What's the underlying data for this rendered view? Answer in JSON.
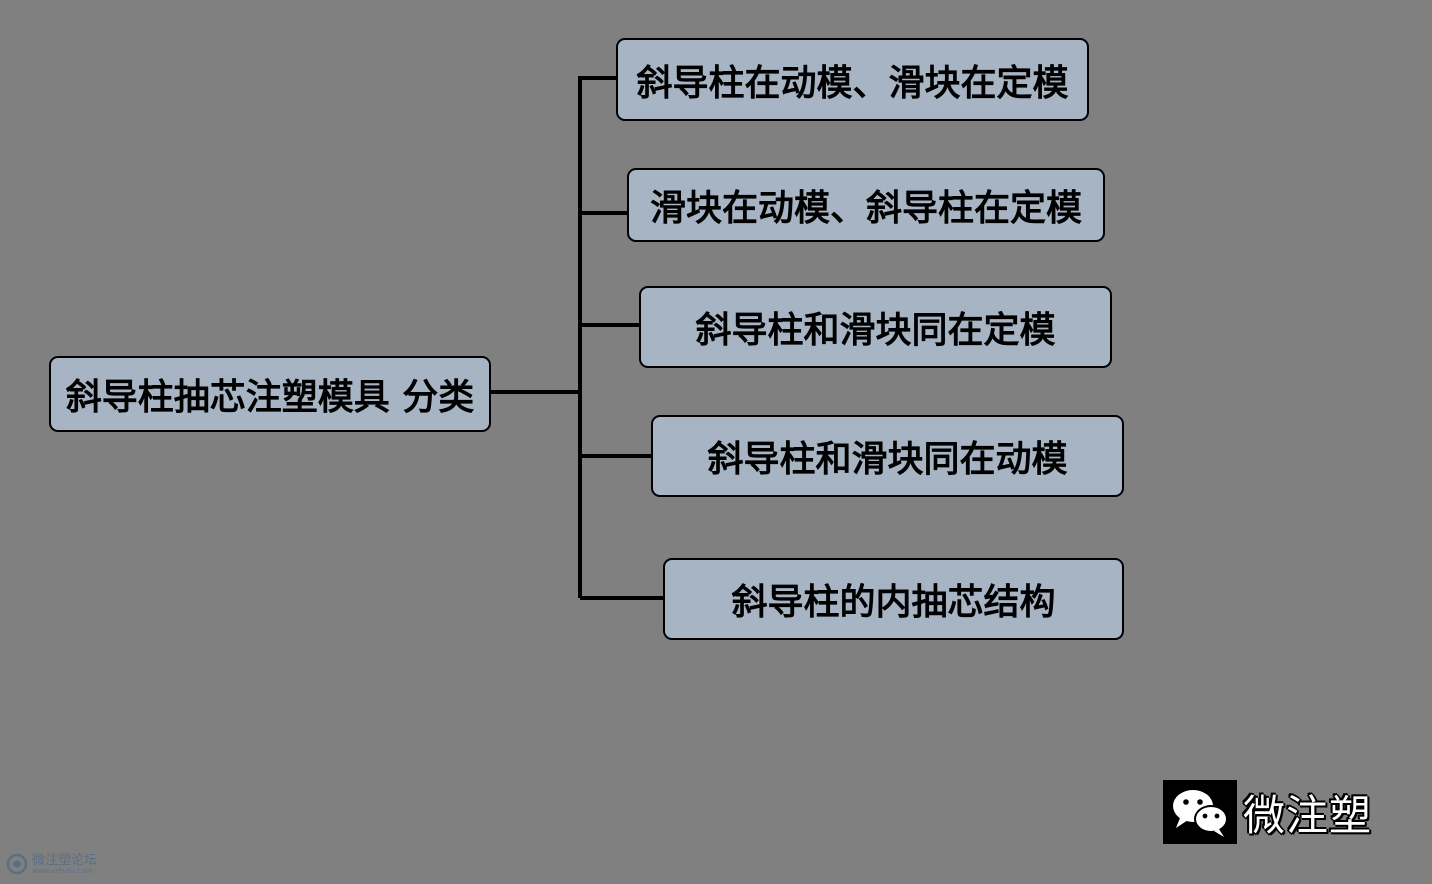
{
  "diagram": {
    "root": "斜导柱抽芯注塑模具 分类",
    "children": [
      "斜导柱在动模、滑块在定模",
      "滑块在动模、斜导柱在定模",
      "斜导柱和滑块同在定模",
      "斜导柱和滑块同在动模",
      "斜导柱的内抽芯结构"
    ]
  },
  "watermark": {
    "wechat_label": "微注塑",
    "wechat_icon": "wechat-icon",
    "forum_name": "微注塑论坛",
    "forum_url": "www.vzhusu.com",
    "forum_icon": "forum-logo-icon"
  },
  "colors": {
    "background": "#808080",
    "node_fill": "#a6b4c4",
    "line": "#000000"
  }
}
